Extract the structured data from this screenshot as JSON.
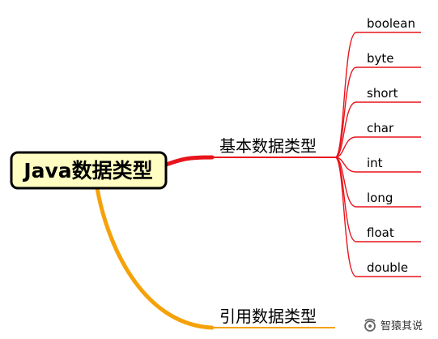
{
  "root": {
    "label": "Java数据类型"
  },
  "branches": [
    {
      "label": "基本数据类型",
      "color": "#e8141c",
      "children": [
        "boolean",
        "byte",
        "short",
        "char",
        "int",
        "long",
        "float",
        "double"
      ]
    },
    {
      "label": "引用数据类型",
      "color": "#f5a20a",
      "children": []
    }
  ],
  "watermark": {
    "text": "智猿其说",
    "icon": "wechat-official-account-icon"
  },
  "colors": {
    "root_fill": "#fffdc2",
    "root_border": "#000000",
    "primitive_branch": "#e8141c",
    "reference_branch": "#f5a20a"
  }
}
